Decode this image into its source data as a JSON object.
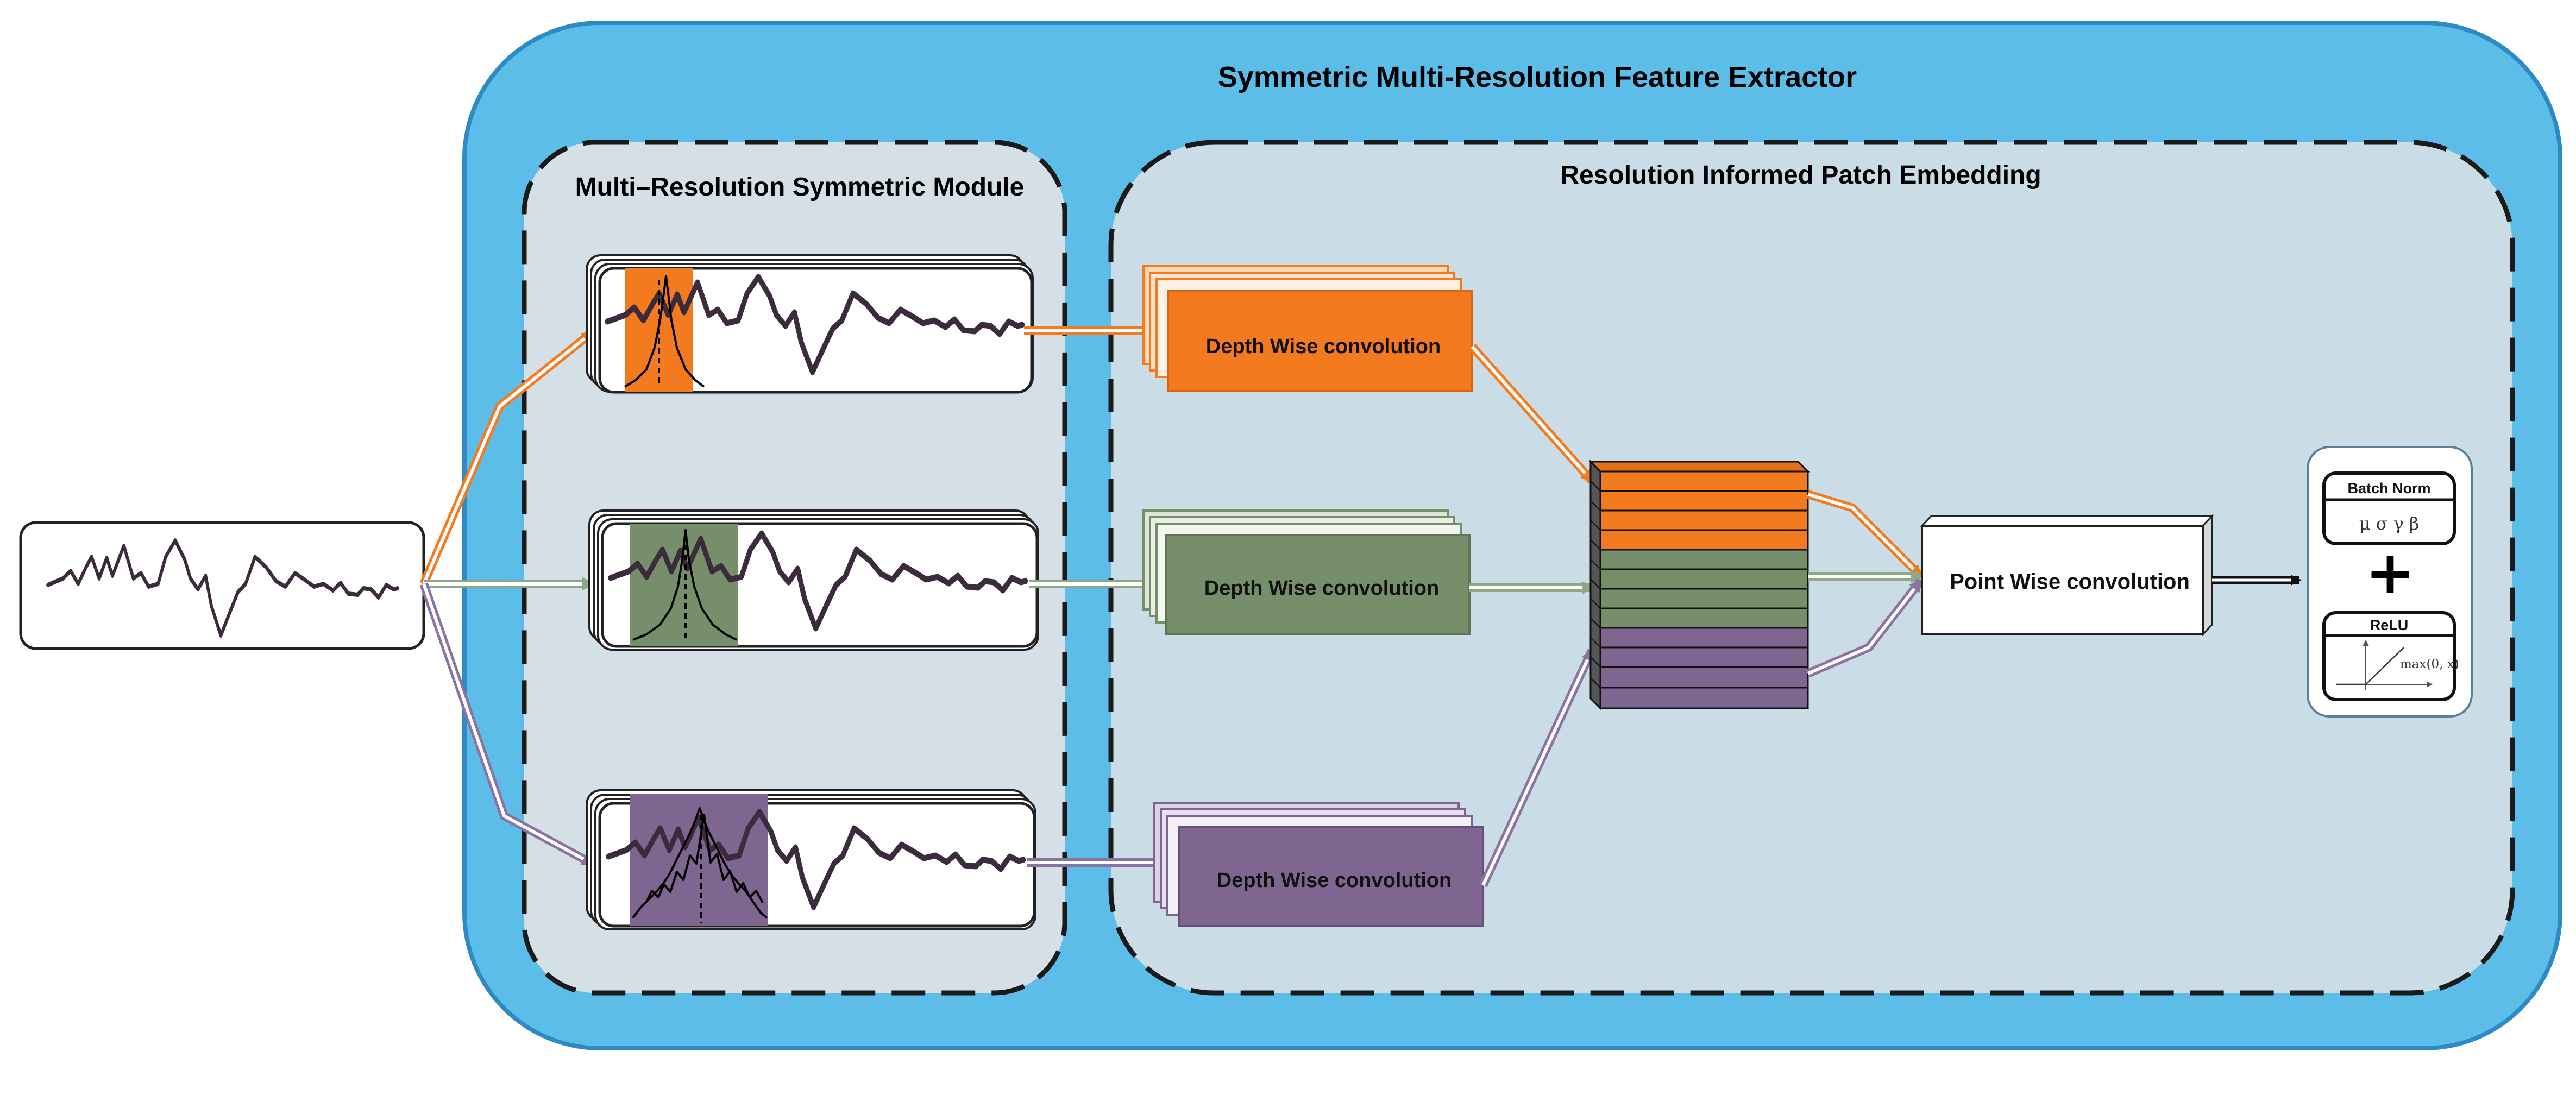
{
  "diagram": {
    "title": "Symmetric Multi-Resolution Feature Extractor",
    "module_title": "Multi–Resolution Symmetric Module",
    "embedding_title": "Resolution Informed Patch Embedding",
    "branches": [
      {
        "label": "Depth Wise convolution",
        "color": "#f47a1f"
      },
      {
        "label": "Depth Wise convolution",
        "color": "#768e6a"
      },
      {
        "label": "Depth Wise convolution",
        "color": "#7e6691"
      }
    ],
    "pointwise_label": "Point Wise convolution",
    "batchnorm": {
      "title": "Batch Norm",
      "params": "μ  σ  γ  β"
    },
    "relu": {
      "title": "ReLU",
      "formula": "max(0, x)"
    },
    "plus": "+",
    "colors": {
      "outer_bg": "#5dbde9",
      "outer_border": "#2d8ac4",
      "inner_bg": "#d5dfe6",
      "embed_bg": "#cadde6",
      "signal": "#3b2b3c",
      "orange": "#f47a1f",
      "green": "#768e6a",
      "purple": "#7e6691"
    }
  }
}
